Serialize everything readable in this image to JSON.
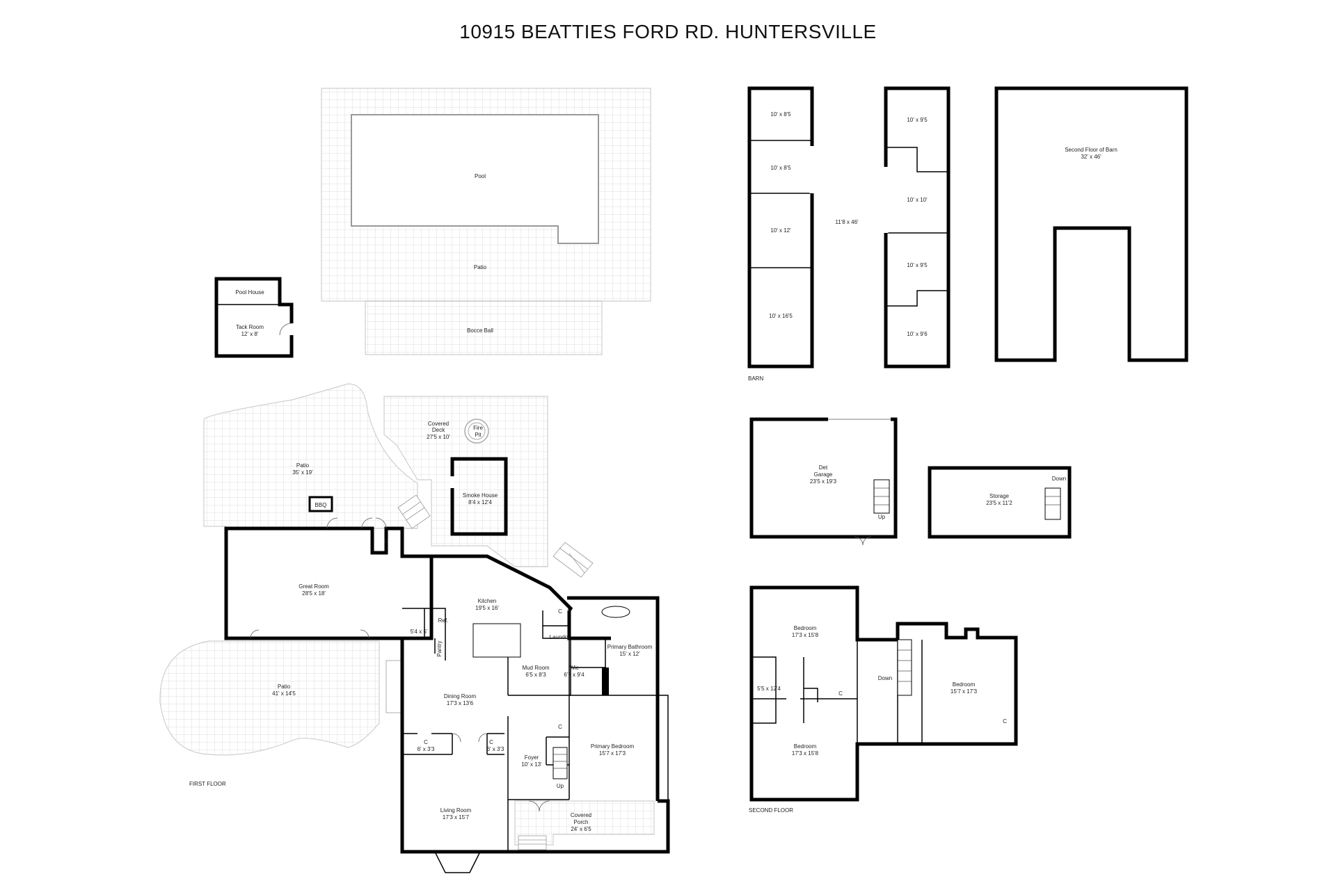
{
  "title": "10915 BEATTIES FORD RD. HUNTERSVILLE",
  "first_floor": {
    "label": "FIRST FLOOR",
    "rooms": {
      "pool": "Pool",
      "pool_patio": "Patio",
      "bocce": "Bocce Ball",
      "pool_house": "Pool House",
      "tack_room": "Tack Room",
      "tack_room_size": "12' x 8'",
      "covered_deck": "Covered",
      "covered_deck_2": "Deck",
      "covered_deck_size": "27'5 x 10'",
      "fire_pit": "Fire",
      "fire_pit_2": "Pit",
      "patio_top": "Patio",
      "patio_top_size": "35' x 19'",
      "bbq": "BBQ",
      "smoke_house": "Smoke House",
      "smoke_house_size": "8'4 x 12'4",
      "great_room": "Great Room",
      "great_room_size": "28'5 x 18'",
      "kitchen": "Kitchen",
      "kitchen_size": "19'5 x 16'",
      "ref": "Ref.",
      "half_bath_size": "5'4 x 5'",
      "pantry": "Pantry",
      "laundry": "Laundry",
      "primary_bathroom": "Primary Bathroom",
      "primary_bathroom_size": "15' x 12'",
      "wic": "Wic",
      "wic_size": "6'7 x 9'4",
      "mud_room": "Mud Room",
      "mud_room_size": "6'5 x 8'3",
      "dining_room": "Dining Room",
      "dining_room_size": "17'3 x 13'6",
      "patio_bottom": "Patio",
      "patio_bottom_size": "41' x 14'5",
      "closet1_size": "6' x 3'3",
      "closet2_size": "6' x 3'3",
      "foyer": "Foyer",
      "foyer_size": "10' x 13'",
      "up": "Up",
      "primary_bedroom": "Primary Bedroom",
      "primary_bedroom_size": "15'7 x 17'3",
      "living_room": "Living Room",
      "living_room_size": "17'3 x 15'7",
      "covered_porch": "Covered",
      "covered_porch_2": "Porch",
      "covered_porch_size": "24' x 6'5",
      "closet_mark": "C"
    }
  },
  "barn": {
    "label": "BARN",
    "rooms": {
      "stall_l1": "10' x 8'5",
      "stall_l2": "10' x 8'5",
      "stall_l3": "10' x 12'",
      "stall_l4": "10' x 16'5",
      "aisle": "11'8 x 46'",
      "stall_r1": "10' x 9'5",
      "stall_r2": "10' x 10'",
      "stall_r3": "10' x 9'5",
      "stall_r4": "10' x 9'6",
      "second_floor": "Second Floor of Barn",
      "second_floor_size": "32' x 46'"
    }
  },
  "garage": {
    "name": "Det",
    "name_2": "Garage",
    "size": "23'5 x 19'3",
    "up": "Up",
    "storage": "Storage",
    "storage_size": "23'5 x 11'2",
    "down": "Down"
  },
  "second_floor": {
    "label": "SECOND FLOOR",
    "rooms": {
      "bedroom1": "Bedroom",
      "bedroom1_size": "17'3 x 15'8",
      "bath_size": "5'5 x 12'4",
      "bedroom2": "Bedroom",
      "bedroom2_size": "17'3 x 15'8",
      "down": "Down",
      "bedroom3": "Bedroom",
      "bedroom3_size": "15'7 x 17'3",
      "closet_mark": "C"
    }
  }
}
